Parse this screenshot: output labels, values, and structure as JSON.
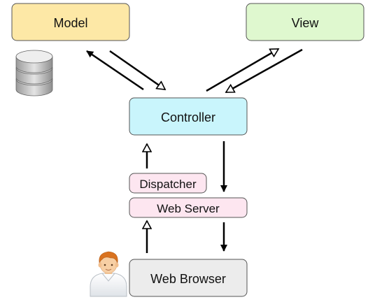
{
  "nodes": {
    "model": {
      "label": "Model",
      "fill": "#fde8a6"
    },
    "view": {
      "label": "View",
      "fill": "#dff8cf"
    },
    "controller": {
      "label": "Controller",
      "fill": "#c9f5fc"
    },
    "dispatcher": {
      "label": "Dispatcher",
      "fill": "#fde6f0"
    },
    "web_server": {
      "label": "Web Server",
      "fill": "#fde6f0"
    },
    "web_browser": {
      "label": "Web Browser",
      "fill": "#ececec"
    }
  },
  "icons": {
    "database": "database-icon",
    "user": "user-icon"
  },
  "colors": {
    "stroke": "#555555",
    "arrow": "#000000"
  }
}
